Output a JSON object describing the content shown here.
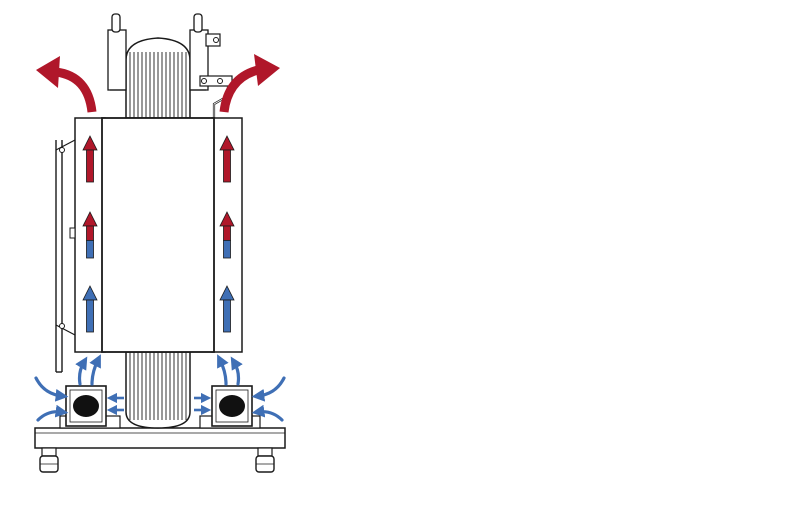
{
  "diagram": {
    "subject": "transformer-cooling-airflow",
    "colors": {
      "outline": "#1a1a1a",
      "core_fill": "#ffffff",
      "body_fill": "#ffffff",
      "hot_air": "#b0172a",
      "warm_air": "#b0172a",
      "cool_air": "#3f6fb5",
      "fan_fill": "#111111",
      "background": "#ffffff"
    },
    "icons": {
      "hot_air_exhaust": "curved-arrow-out-icon",
      "air_intake": "curved-arrow-in-icon",
      "rising_airflow": "up-arrow-icon",
      "fan": "fan-icon"
    },
    "airflow_stages": [
      "hot",
      "mixed",
      "cool"
    ]
  }
}
